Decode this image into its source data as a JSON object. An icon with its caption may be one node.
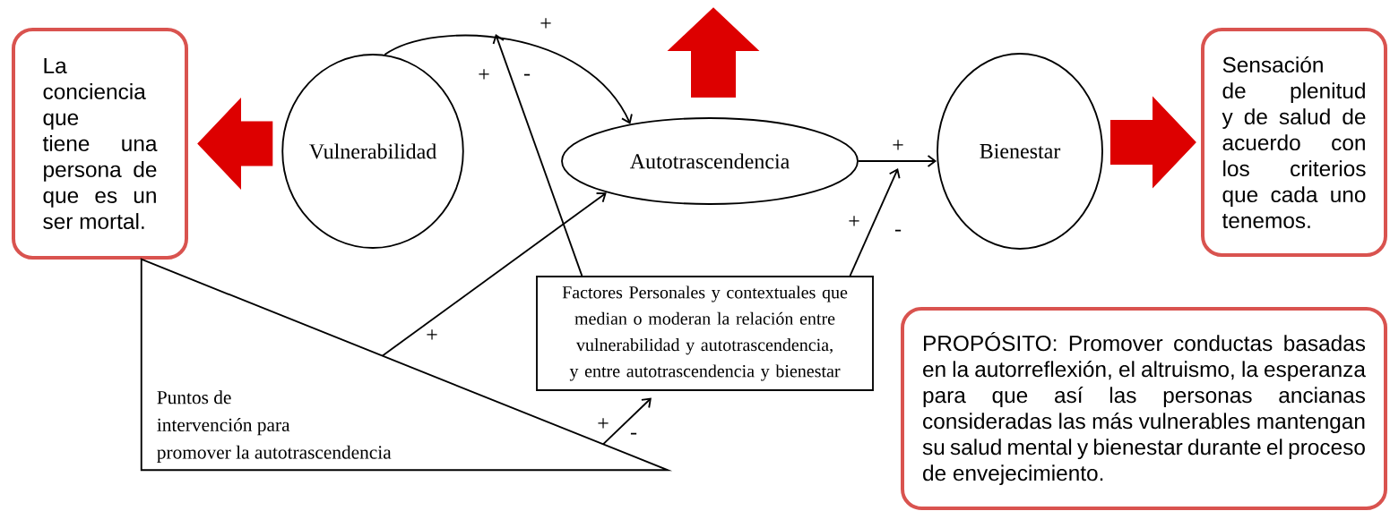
{
  "diagram": {
    "nodes": [
      {
        "text": [
          "La conciencia que tiene una persona de que es un ser mortal."
        ]
      },
      {
        "text": [
          "Vulnerabilidad"
        ]
      },
      {
        "text": [
          "Autotrascendencia"
        ]
      },
      {
        "text": [
          "Bienestar"
        ]
      },
      {
        "text": [
          "Sensación de plenitud y de salud de acuerdo con los criterios que cada uno tenemos."
        ]
      },
      {
        "text": [
          "Factores Personales y contextuales que median o moderan la relación entre vulnerabilidad y autotrascendencia, y entre autotrascendencia y bienestar"
        ]
      },
      {
        "text": [
          "Puntos de intervención para promover la autotrascendencia"
        ]
      },
      {
        "text": [
          "PROPÓSITO: Promover conductas basadas en la autorreflexión, el altruismo, la esperanza para que así las personas ancianas consideradas las más vulnerables mantengan su salud mental y bienestar durante el proceso de envejecimiento."
        ]
      }
    ],
    "edges": [
      {
        "from": 1,
        "to": 0,
        "arrow": "to",
        "style": "thick",
        "color": "#dd0000"
      },
      {
        "from": 3,
        "to": 4,
        "arrow": "to",
        "style": "thick",
        "color": "#dd0000"
      },
      {
        "from": 1,
        "to": 2,
        "arrow": "to",
        "label": "+"
      },
      {
        "from": 5,
        "to": null,
        "arrow": "to"
      },
      {
        "from": 2,
        "to": 3,
        "arrow": "to",
        "label": "+"
      },
      {
        "from": 5,
        "to": null,
        "arrow": "to"
      },
      {
        "from": 6,
        "to": 2,
        "arrow": "to",
        "label": "+"
      },
      {
        "from": 6,
        "to": 5,
        "arrow": "to"
      }
    ],
    "labels": [
      "+",
      "-",
      "+",
      "-",
      "+",
      "-"
    ]
  }
}
